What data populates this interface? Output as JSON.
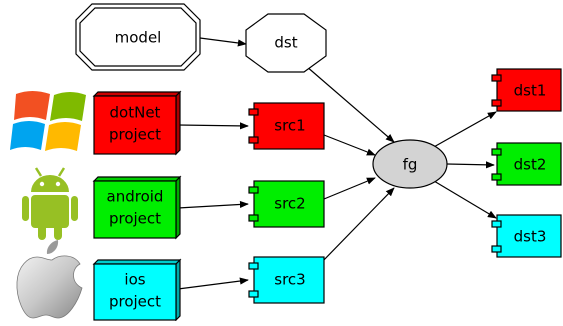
{
  "nodes": {
    "model": {
      "label": "model"
    },
    "dst": {
      "label": "dst"
    },
    "fg": {
      "label": "fg"
    },
    "dotnet_project": {
      "line1": "dotNet",
      "line2": "project",
      "color": "#ff0000"
    },
    "android_project": {
      "line1": "android",
      "line2": "project",
      "color": "#00ee00"
    },
    "ios_project": {
      "line1": "ios",
      "line2": "project",
      "color": "#00ffff"
    },
    "src1": {
      "label": "src1",
      "color": "#ff0000"
    },
    "src2": {
      "label": "src2",
      "color": "#00ee00"
    },
    "src3": {
      "label": "src3",
      "color": "#00ffff"
    },
    "dst1": {
      "label": "dst1",
      "color": "#ff0000"
    },
    "dst2": {
      "label": "dst2",
      "color": "#00ee00"
    },
    "dst3": {
      "label": "dst3",
      "color": "#00ffff"
    }
  },
  "icons": [
    "windows-logo-icon",
    "android-logo-icon",
    "apple-logo-icon"
  ],
  "colors": {
    "fg_fill": "#d3d3d3",
    "edge": "#000000"
  }
}
